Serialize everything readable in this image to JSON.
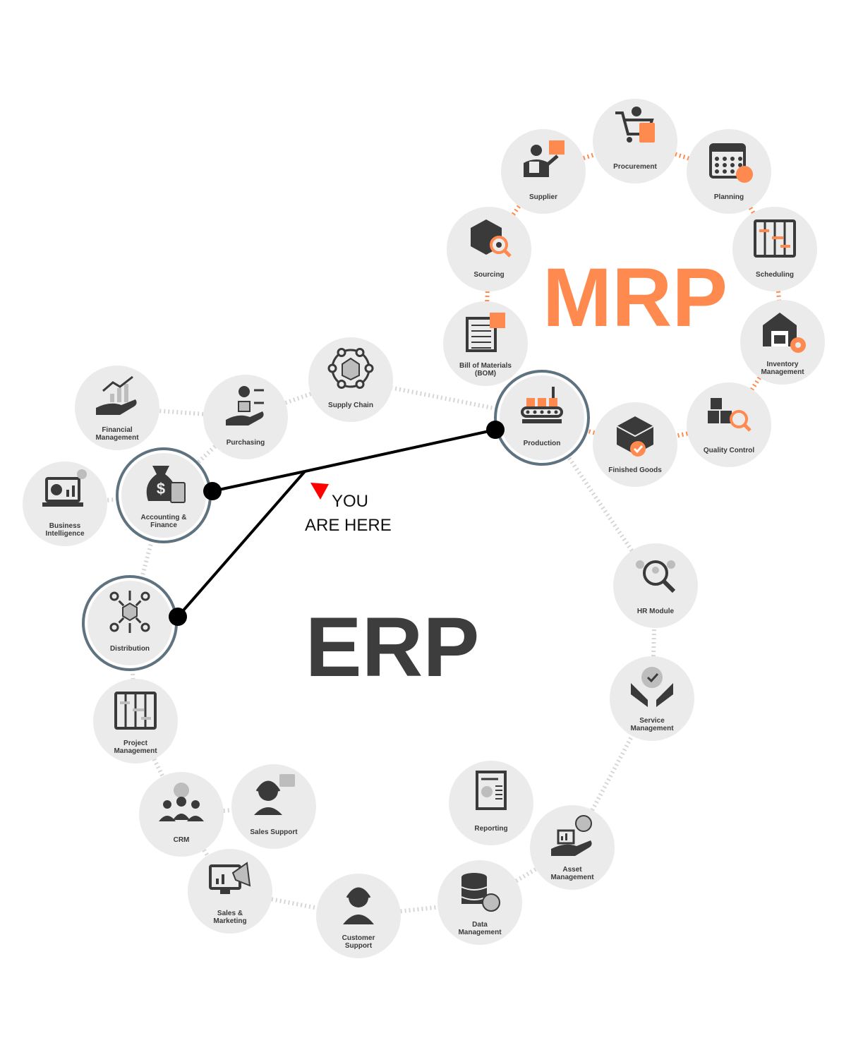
{
  "titles": {
    "mrp": "MRP",
    "erp": "ERP"
  },
  "marker": {
    "line1": "YOU",
    "line2": "ARE HERE"
  },
  "colors": {
    "node_fill": "#ebebeb",
    "dark_icon": "#3a3a3a",
    "orange": "#ff8a50",
    "highlight_ring": "#5f7280",
    "dots": "#d6d6d6",
    "marker_triangle": "#ff0000"
  },
  "mrp_nodes": [
    {
      "id": "procurement",
      "label": [
        "Procurement"
      ],
      "icon": "shopping-cart-icon"
    },
    {
      "id": "planning",
      "label": [
        "Planning"
      ],
      "icon": "calendar-icon"
    },
    {
      "id": "scheduling",
      "label": [
        "Scheduling"
      ],
      "icon": "gantt-board-icon"
    },
    {
      "id": "inventory",
      "label": [
        "Inventory",
        "Management"
      ],
      "icon": "warehouse-gear-icon"
    },
    {
      "id": "quality",
      "label": [
        "Quality Control"
      ],
      "icon": "boxes-magnifier-icon"
    },
    {
      "id": "finished",
      "label": [
        "Finished Goods"
      ],
      "icon": "box-check-icon"
    },
    {
      "id": "production",
      "label": [
        "Production"
      ],
      "icon": "conveyor-icon"
    },
    {
      "id": "bom",
      "label": [
        "Bill of Materials",
        "(BOM)"
      ],
      "icon": "document-box-icon"
    },
    {
      "id": "sourcing",
      "label": [
        "Sourcing"
      ],
      "icon": "box-search-icon"
    },
    {
      "id": "supplier",
      "label": [
        "Supplier"
      ],
      "icon": "supplier-icon"
    }
  ],
  "erp_nodes": [
    {
      "id": "supply_chain",
      "label": [
        "Supply Chain"
      ],
      "icon": "network-box-icon"
    },
    {
      "id": "purchasing",
      "label": [
        "Purchasing"
      ],
      "icon": "hand-exchange-icon"
    },
    {
      "id": "financial",
      "label": [
        "Financial",
        "Management"
      ],
      "icon": "hand-growth-icon"
    },
    {
      "id": "accounting",
      "label": [
        "Accounting &",
        "Finance"
      ],
      "icon": "money-bag-icon"
    },
    {
      "id": "bi",
      "label": [
        "Business",
        "Intelligence"
      ],
      "icon": "laptop-chart-icon"
    },
    {
      "id": "distribution",
      "label": [
        "Distribution"
      ],
      "icon": "distribution-icon"
    },
    {
      "id": "project",
      "label": [
        "Project",
        "Management"
      ],
      "icon": "gantt-board-icon"
    },
    {
      "id": "crm",
      "label": [
        "CRM"
      ],
      "icon": "team-gear-icon"
    },
    {
      "id": "sales_support",
      "label": [
        "Sales Support"
      ],
      "icon": "headset-agent-icon"
    },
    {
      "id": "sales_marketing",
      "label": [
        "Sales &",
        "Marketing"
      ],
      "icon": "monitor-megaphone-icon"
    },
    {
      "id": "customer_support",
      "label": [
        "Customer",
        "Support"
      ],
      "icon": "headset-person-icon"
    },
    {
      "id": "data",
      "label": [
        "Data",
        "Management"
      ],
      "icon": "database-gear-icon"
    },
    {
      "id": "asset",
      "label": [
        "Asset",
        "Management"
      ],
      "icon": "hand-chart-gear-icon"
    },
    {
      "id": "reporting",
      "label": [
        "Reporting"
      ],
      "icon": "report-document-icon"
    },
    {
      "id": "service",
      "label": [
        "Service",
        "Management"
      ],
      "icon": "hands-gear-icon"
    },
    {
      "id": "hr",
      "label": [
        "HR Module"
      ],
      "icon": "people-magnifier-icon"
    }
  ],
  "highlighted": [
    "production",
    "accounting",
    "distribution"
  ]
}
